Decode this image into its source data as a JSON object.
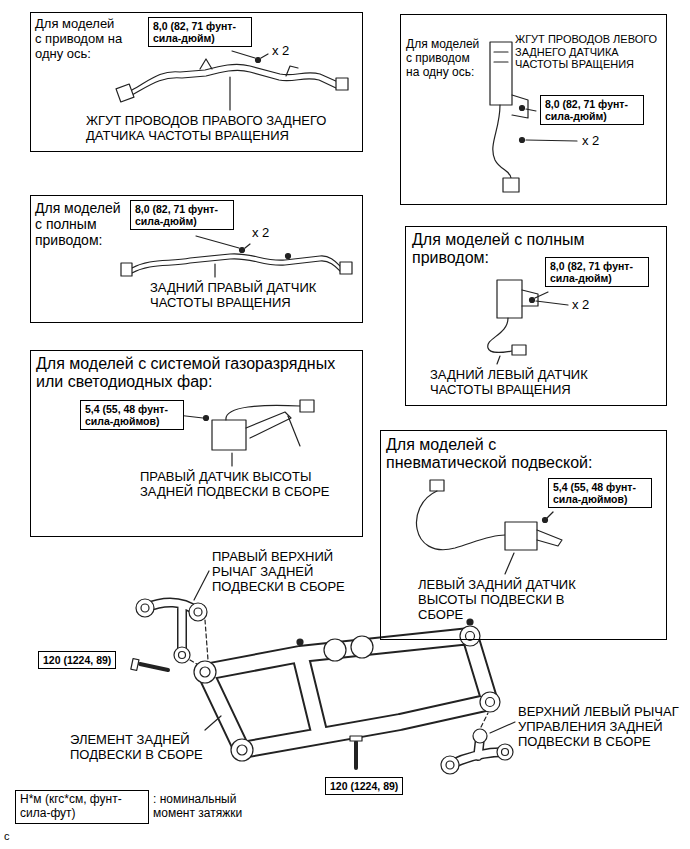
{
  "diagram": {
    "nodes": [
      {
        "text": [
          "Для моделей с приводом на одну ось:",
          "x 2",
          "ЖГУТ ПРОВОДОВ ПРАВОГО ЗАДНЕГО ДАТЧИКА ЧАСТОТЫ ВРАЩЕНИЯ"
        ]
      },
      {
        "text": [
          "8,0 (82, 71 фунт-сила-дюйм)"
        ],
        "in": 0
      },
      {
        "text": [
          "Для моделей с приводом на одну ось:",
          "ЖГУТ ПРОВОДОВ ЛЕВОГО ЗАДНЕГО ДАТЧИКА ЧАСТОТЫ ВРАЩЕНИЯ",
          "x 2"
        ]
      },
      {
        "text": [
          "8,0 (82, 71 фунт-сила-дюйм)"
        ],
        "in": 2
      },
      {
        "text": [
          "Для моделей с полным приводом:",
          "x 2",
          "ЗАДНИЙ ПРАВЫЙ ДАТЧИК ЧАСТОТЫ ВРАЩЕНИЯ"
        ]
      },
      {
        "text": [
          "8,0 (82, 71 фунт-сила-дюйм)"
        ],
        "in": 4
      },
      {
        "text": [
          "Для моделей с полным приводом:",
          "x 2",
          "ЗАДНИЙ ЛЕВЫЙ ДАТЧИК ЧАСТОТЫ ВРАЩЕНИЯ"
        ]
      },
      {
        "text": [
          "8,0 (82, 71 фунт-сила-дюйм)"
        ],
        "in": 6
      },
      {
        "text": [
          "Для моделей с системой газоразрядных или светодиодных фар:",
          "ПРАВЫЙ ДАТЧИК ВЫСОТЫ ЗАДНЕЙ ПОДВЕСКИ В СБОРЕ"
        ]
      },
      {
        "text": [
          "5,4 (55, 48 фунт-сила-дюймов)"
        ],
        "in": 8
      },
      {
        "text": [
          "Для моделей с пневматической подвеской:",
          "ЛЕВЫЙ ЗАДНИЙ ДАТЧИК ВЫСОТЫ ПОДВЕСКИ В СБОРЕ"
        ]
      },
      {
        "text": [
          "5,4 (55, 48 фунт-сила-дюймов)"
        ],
        "in": 10
      },
      {
        "text": [
          "120 (1224, 89)"
        ]
      },
      {
        "text": [
          "120 (1224, 89)"
        ]
      },
      {
        "text": [
          "Н*м (кгс*см, фунт-сила-фут)",
          ": номинальный момент затяжки"
        ]
      }
    ],
    "labels": [
      "ПРАВЫЙ ВЕРХНИЙ РЫЧАГ ЗАДНЕЙ ПОДВЕСКИ В СБОРЕ",
      "ЭЛЕМЕНТ ЗАДНЕЙ ПОДВЕСКИ В СБОРЕ",
      "ВЕРХНИЙ ЛЕВЫЙ РЫЧАГ УПРАВЛЕНИЯ ЗАДНЕЙ ПОДВЕСКИ В СБОРЕ",
      "c"
    ]
  }
}
